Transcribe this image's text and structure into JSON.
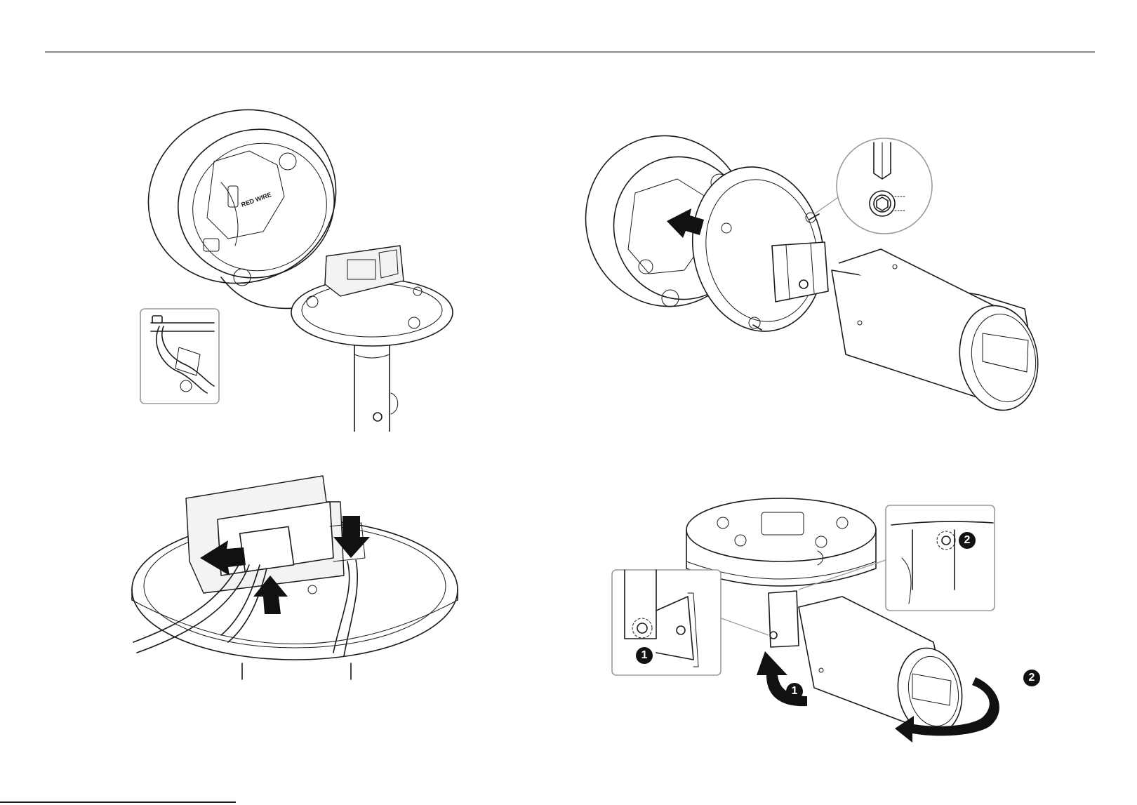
{
  "illustrations": {
    "mount_wiring": {
      "decal": "RED WIRE"
    },
    "camera_attach": {
      "decal": ""
    },
    "connector": {
      "decal": ""
    },
    "adjust": {
      "step1_inset": "1",
      "step2_inset": "2",
      "step1_rotate": "1",
      "step2_rotate": "2"
    }
  },
  "colors": {
    "line": "#1a1a1a",
    "arrow": "#111111",
    "inset_border": "#9a9a9a"
  }
}
